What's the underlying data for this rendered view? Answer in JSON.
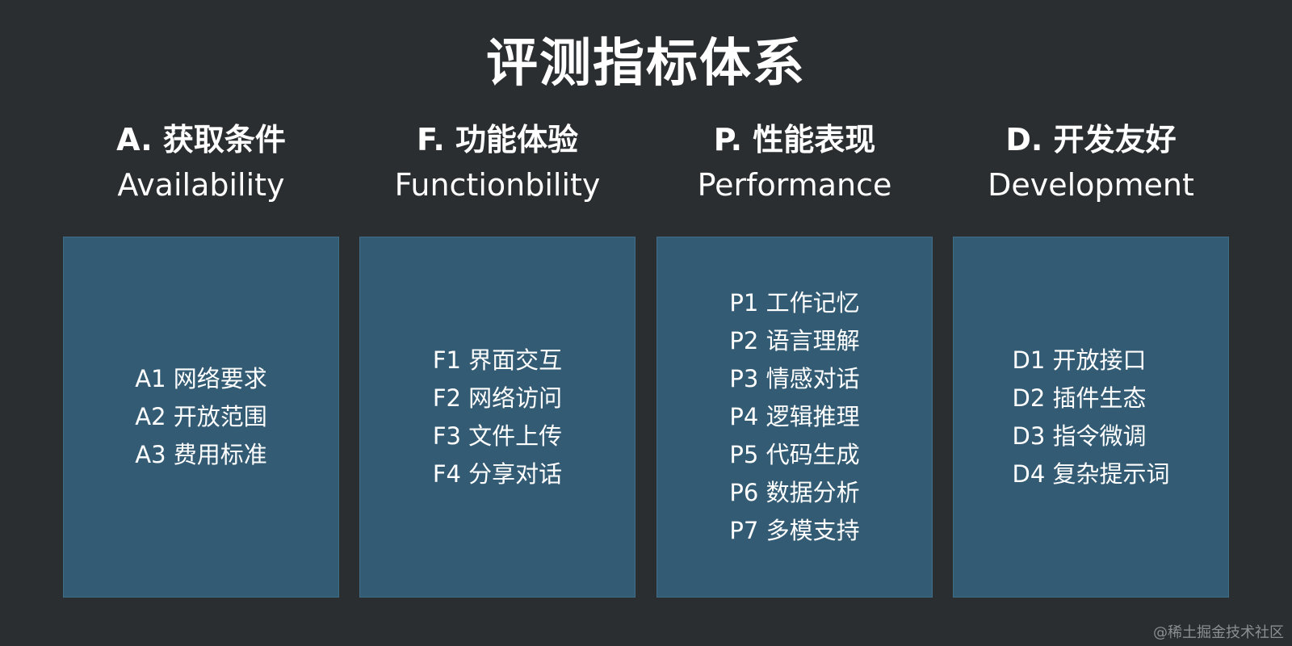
{
  "title": "评测指标体系",
  "columns": [
    {
      "heading_zh": "A. 获取条件",
      "heading_en": "Availability",
      "items": [
        "A1  网络要求",
        "A2  开放范围",
        "A3  费用标准"
      ]
    },
    {
      "heading_zh": "F. 功能体验",
      "heading_en": "Functionbility",
      "items": [
        "F1  界面交互",
        "F2  网络访问",
        "F3  文件上传",
        "F4  分享对话"
      ]
    },
    {
      "heading_zh": "P. 性能表现",
      "heading_en": "Performance",
      "items": [
        "P1  工作记忆",
        "P2  语言理解",
        "P3  情感对话",
        "P4  逻辑推理",
        "P5  代码生成",
        "P6  数据分析",
        "P7  多模支持"
      ]
    },
    {
      "heading_zh": "D. 开发友好",
      "heading_en": "Development",
      "items": [
        "D1  开放接口",
        "D2  插件生态",
        "D3  指令微调",
        "D4 复杂提示词"
      ]
    }
  ],
  "watermark": "@稀土掘金技术社区",
  "colors": {
    "background": "#2a2e30",
    "card": "#335c74",
    "text": "#ffffff"
  }
}
